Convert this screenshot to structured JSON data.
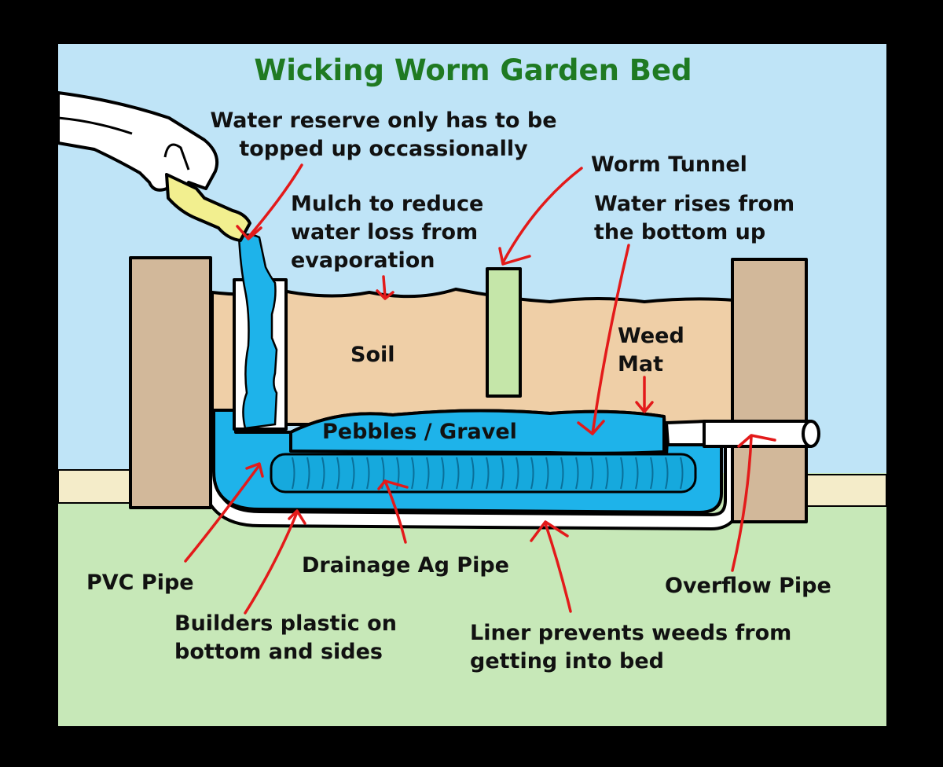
{
  "title": "Wicking Worm Garden Bed",
  "labels": {
    "water_reserve": [
      "Water reserve only has to be",
      "topped up occassionally"
    ],
    "mulch": [
      "Mulch to reduce",
      "water loss from",
      "evaporation"
    ],
    "worm_tunnel": "Worm Tunnel",
    "water_rises": [
      "Water rises from",
      "the bottom up"
    ],
    "soil": "Soil",
    "weed_mat": [
      "Weed",
      "Mat"
    ],
    "pebbles": "Pebbles / Gravel",
    "pvc_pipe": "PVC Pipe",
    "drainage_pipe": "Drainage Ag Pipe",
    "overflow_pipe": "Overflow Pipe",
    "builders_plastic": [
      "Builders plastic on",
      "bottom and sides"
    ],
    "liner": [
      "Liner prevents weeds from",
      "getting into bed"
    ]
  },
  "colors": {
    "sky": "#bfe4f7",
    "ground": "#c7e8b8",
    "soil": "#efcfa7",
    "post": "#d2b89a",
    "water": "#1eb3ea",
    "tunnel": "#c5e6a9",
    "title": "#1f7a22",
    "arrow": "#e31a1a",
    "hose": "#f2ef8f"
  }
}
